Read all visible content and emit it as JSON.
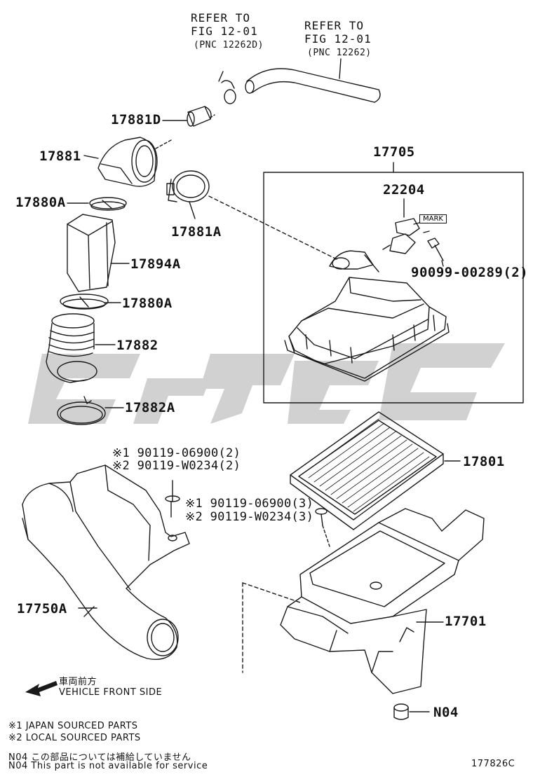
{
  "callouts": {
    "ref_a_line1": "REFER TO",
    "ref_a_line2": "FIG 12-01",
    "ref_a_pnc": "(PNC 12262D)",
    "ref_b_line1": "REFER TO",
    "ref_b_line2": "FIG 12-01",
    "ref_b_pnc": "(PNC 12262)"
  },
  "parts": {
    "p17881D": "17881D",
    "p17881": "17881",
    "p17880A_top": "17880A",
    "p17881A": "17881A",
    "p17894A": "17894A",
    "p17880A_mid": "17880A",
    "p17882": "17882",
    "p17882A": "17882A",
    "p17705": "17705",
    "p22204": "22204",
    "mark": "MARK",
    "p90099": "90099-00289(2)",
    "p17801": "17801",
    "bolt_a1": "※1 90119-06900(2)",
    "bolt_a2": "※2 90119-W0234(2)",
    "bolt_b1": "※1 90119-06900(3)",
    "bolt_b2": "※2 90119-W0234(3)",
    "p17750A": "17750A",
    "p17701": "17701",
    "pN04": "N04"
  },
  "direction": {
    "jp": "車両前方",
    "en": "VEHICLE FRONT SIDE"
  },
  "legend": {
    "l1": "※1 JAPAN SOURCED PARTS",
    "l2": "※2 LOCAL SOURCED PARTS",
    "n04_jp": "N04 この部品については補給していません",
    "n04_en": "N04 This part is not available for service"
  },
  "figure_id": "177826C"
}
